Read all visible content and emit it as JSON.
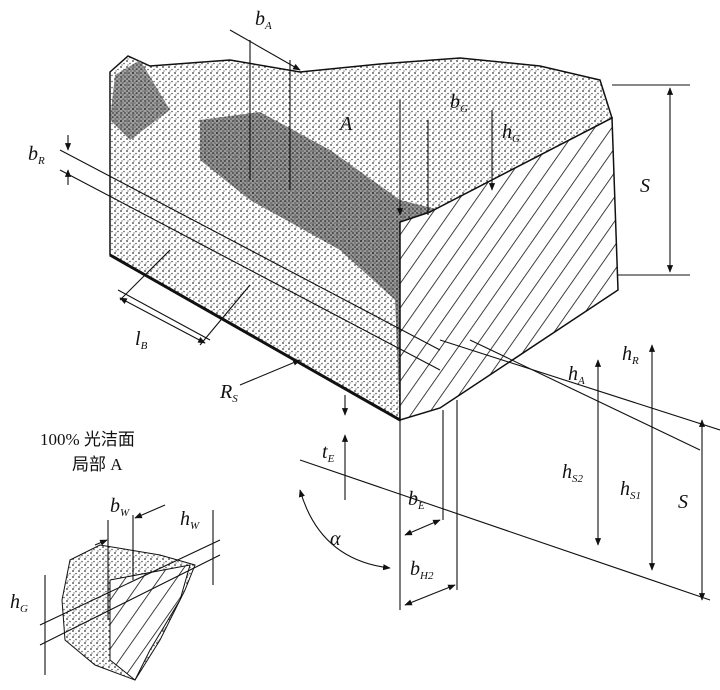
{
  "caption": {
    "line1": "100% 光洁面",
    "line2": "局部 A"
  },
  "labels": {
    "bA": {
      "main": "b",
      "sub": "A"
    },
    "bG": {
      "main": "b",
      "sub": "G"
    },
    "hG": {
      "main": "h",
      "sub": "G"
    },
    "bR": {
      "main": "b",
      "sub": "R"
    },
    "A": "A",
    "S_top": "S",
    "lB": {
      "main": "l",
      "sub": "B"
    },
    "RS": {
      "main": "R",
      "sub": "S"
    },
    "hR": {
      "main": "h",
      "sub": "R"
    },
    "hA": {
      "main": "h",
      "sub": "A"
    },
    "hS2": {
      "main": "h",
      "sub": "S2"
    },
    "hS1": {
      "main": "h",
      "sub": "S1"
    },
    "S_bottom": "S",
    "tE": {
      "main": "t",
      "sub": "E"
    },
    "bE": {
      "main": "b",
      "sub": "E"
    },
    "bH2": {
      "main": "b",
      "sub": "H2"
    },
    "alpha": "α",
    "bW": {
      "main": "b",
      "sub": "W"
    },
    "hW": {
      "main": "h",
      "sub": "W"
    },
    "hG_detail": {
      "main": "h",
      "sub": "G"
    }
  }
}
